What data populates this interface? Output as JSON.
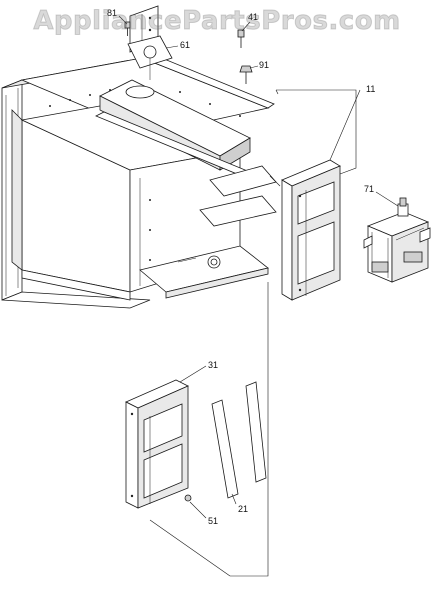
{
  "watermark": "AppliancePartsPros.com",
  "callouts": [
    {
      "id": "c81",
      "label": "81"
    },
    {
      "id": "c41",
      "label": "41"
    },
    {
      "id": "c61",
      "label": "61"
    },
    {
      "id": "c91",
      "label": "91"
    },
    {
      "id": "c11",
      "label": "11"
    },
    {
      "id": "c71",
      "label": "71"
    },
    {
      "id": "c31",
      "label": "31"
    },
    {
      "id": "c21",
      "label": "21"
    },
    {
      "id": "c51",
      "label": "51"
    }
  ]
}
